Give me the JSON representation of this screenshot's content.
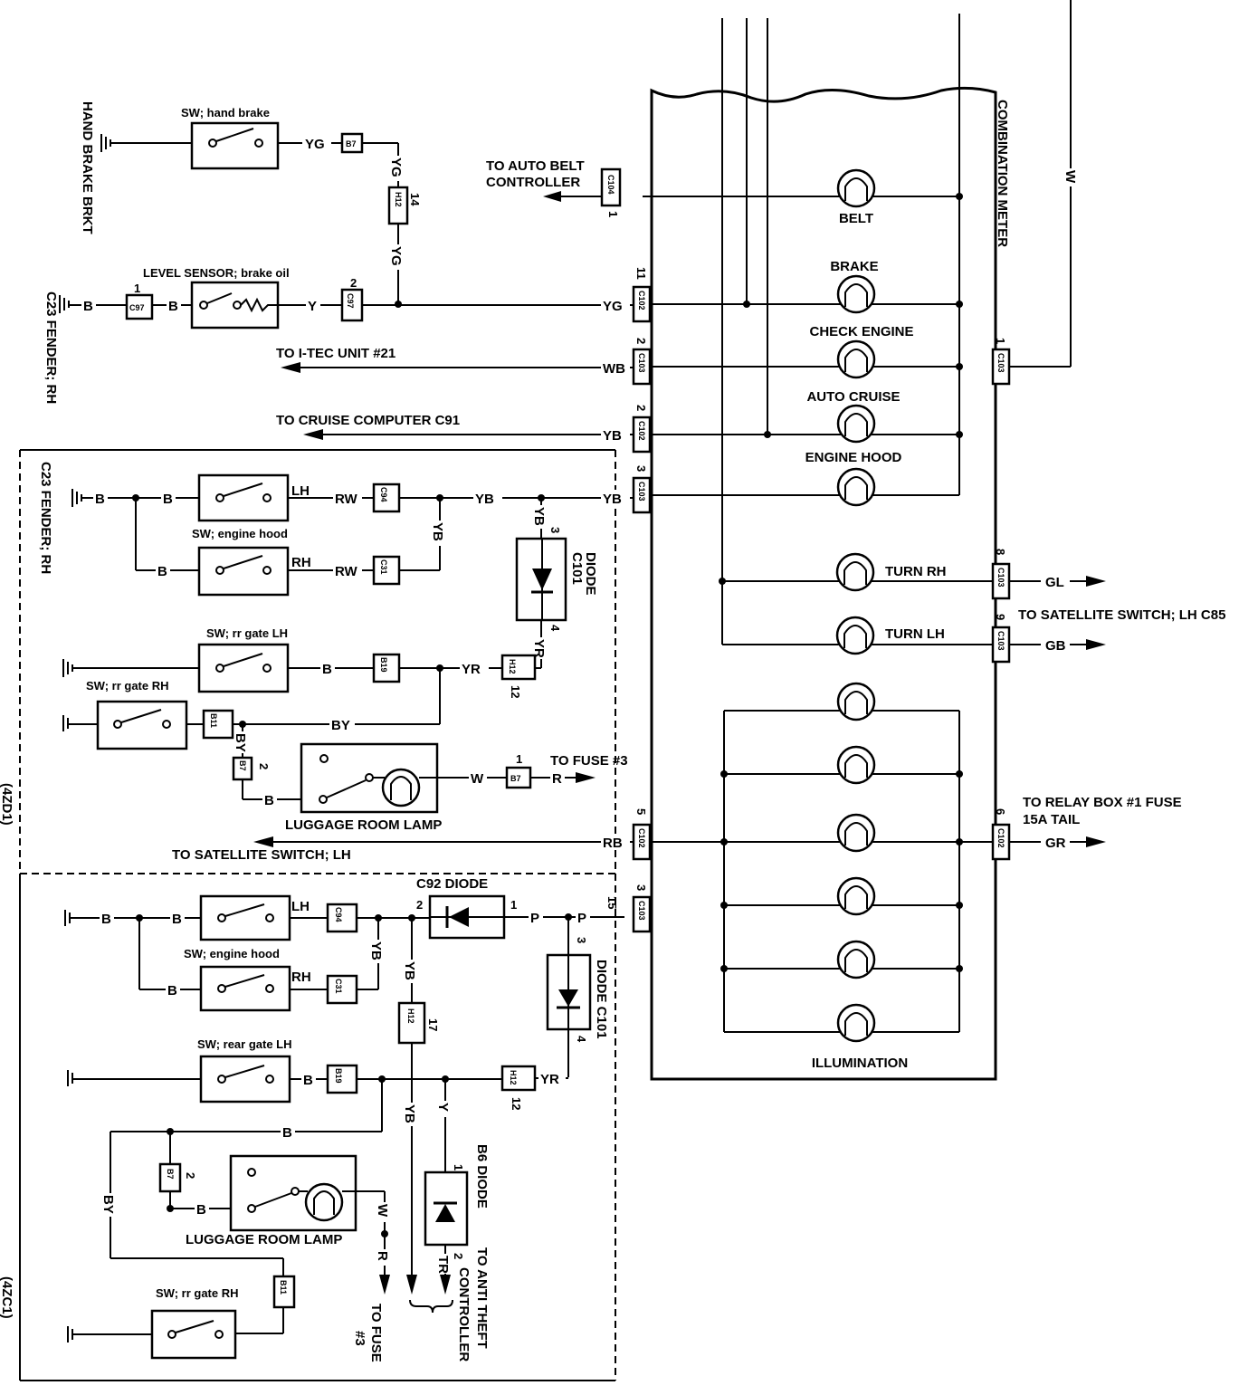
{
  "combination_meter": {
    "title": "COMBINATION METER",
    "lamps": {
      "belt": "BELT",
      "brake": "BRAKE",
      "check_engine": "CHECK ENGINE",
      "auto_cruise": "AUTO CRUISE",
      "engine_hood": "ENGINE HOOD",
      "turn_rh": "TURN RH",
      "turn_lh": "TURN LH",
      "illumination": "ILLUMINATION"
    },
    "wire_w": "W"
  },
  "labels": {
    "hand_brake_brkt": "HAND BRAKE BRKT",
    "sw_hand_brake": "SW; hand brake",
    "level_sensor": "LEVEL SENSOR; brake oil",
    "fender_rh_c23": "C23 FENDER; RH",
    "to_auto_belt": "TO AUTO BELT",
    "controller": "CONTROLLER",
    "to_itec": "TO I-TEC UNIT  #21",
    "to_cruise": "TO CRUISE COMPUTER  C91",
    "sw_engine_hood": "SW; engine hood",
    "diode": "DIODE",
    "sw_rr_gate_lh": "SW; rr gate  LH",
    "sw_rr_gate_rh": "SW; rr gate RH",
    "to_fuse_3": "TO FUSE  #3",
    "luggage_room_lamp": "LUGGAGE ROOM LAMP",
    "to_satellite_lh": "TO SATELLITE SWITCH; LH",
    "to_satellite_lh_c85": "TO SATELLITE SWITCH; LH  C85",
    "to_relay_box": "TO RELAY BOX #1 FUSE",
    "fuse_15a": "15A TAIL",
    "c92_diode": "C92   DIODE",
    "diode_c101": "DIODE C101",
    "sw_rear_gate_lh": "SW; rear gate   LH",
    "b6_diode": "B6  DIODE",
    "to_anti_theft": "TO ANTI THEFT",
    "anti_controller": "CONTROLLER",
    "to_fuse": "TO FUSE",
    "fuse_num": "#3",
    "variant_4zd1": "(4ZD1)",
    "variant_4zc1": "(4ZC1)"
  },
  "wires": {
    "yg": "YG",
    "y": "Y",
    "b": "B",
    "wb": "WB",
    "yb": "YB",
    "rw": "RW",
    "yr": "YR",
    "by": "BY",
    "w": "W",
    "r": "R",
    "rb": "RB",
    "gl": "GL",
    "gb": "GB",
    "gr": "GR",
    "p": "P",
    "lh": "LH",
    "rh": "RH",
    "tr": "TR"
  },
  "connectors": {
    "b7": "B7",
    "h12": "H12",
    "c97": "C97",
    "c104": "C104",
    "c102": "C102",
    "c103": "C103",
    "c94": "C94",
    "c31": "C31",
    "b19": "B19",
    "b11": "B11",
    "c101": "C101"
  },
  "pins": {
    "p1": "1",
    "p2": "2",
    "p3": "3",
    "p4": "4",
    "p5": "5",
    "p6": "6",
    "p8": "8",
    "p9": "9",
    "p11": "11",
    "p12": "12",
    "p14": "14",
    "p15": "15",
    "p17": "17"
  }
}
